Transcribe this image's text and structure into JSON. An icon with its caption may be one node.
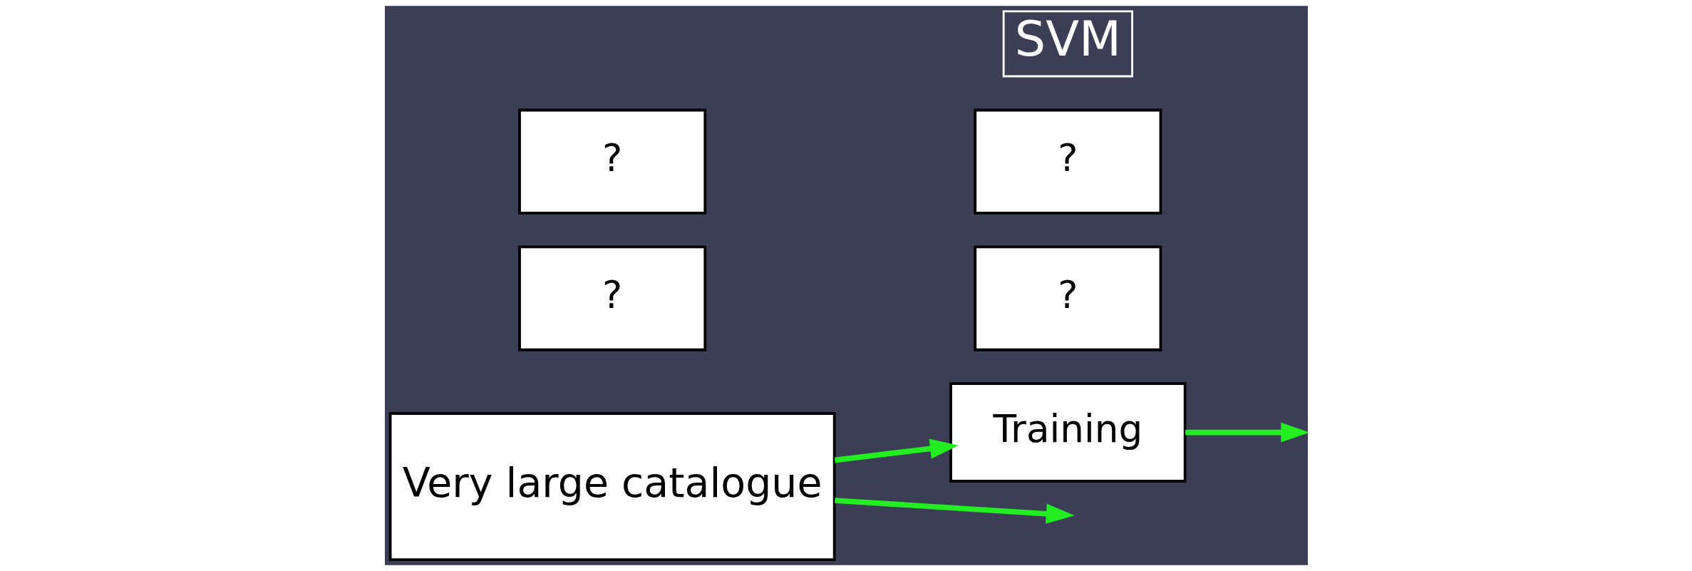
{
  "diagram": {
    "nodes": [
      {
        "text": [
          "Very large catalogue"
        ]
      },
      {
        "text": [
          "Training"
        ]
      },
      {
        "text": [
          "?"
        ]
      },
      {
        "text": [
          "?"
        ]
      },
      {
        "text": [
          "?"
        ]
      },
      {
        "text": [
          "?"
        ]
      },
      {
        "text": [
          "SVM"
        ]
      }
    ],
    "edges": [
      {
        "from": 0,
        "to": 1,
        "arrow": "to"
      },
      {
        "from": 0,
        "to": null,
        "arrow": "to"
      },
      {
        "from": 1,
        "to": null,
        "arrow": "to"
      }
    ]
  }
}
